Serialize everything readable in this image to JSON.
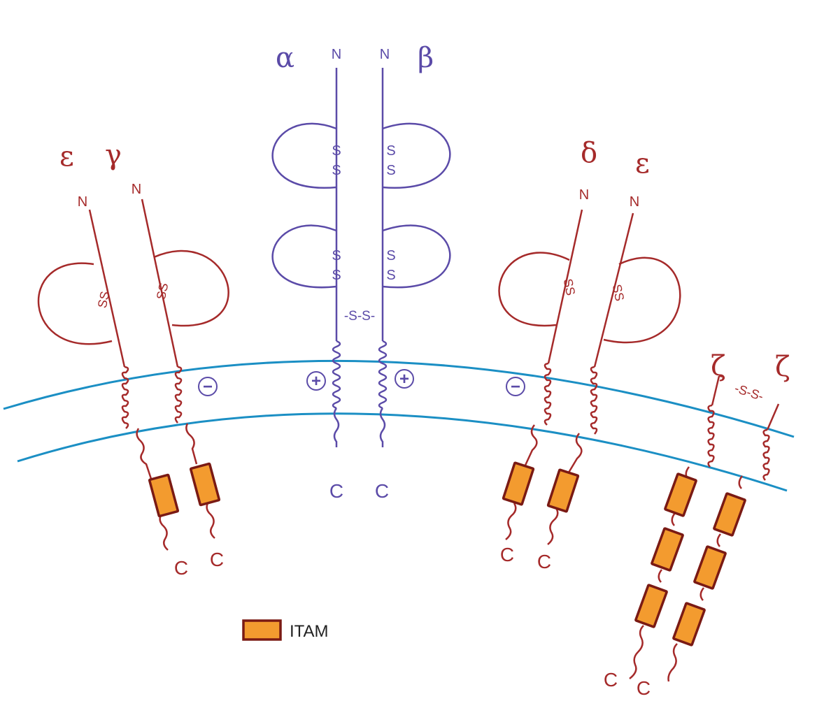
{
  "colors": {
    "background": "#ffffff",
    "tcr_chain": "#5b4ba8",
    "cd3_chain": "#a52a2a",
    "membrane": "#1b8fc4",
    "itam_fill": "#f39b2f",
    "itam_stroke": "#7a1a14"
  },
  "chains": {
    "alpha": {
      "name": "α",
      "n_term": "N",
      "c_term": "C",
      "disulfide_top": [
        "S",
        "S"
      ],
      "disulfide_bottom": [
        "S",
        "S"
      ],
      "charge": "+"
    },
    "beta": {
      "name": "β",
      "n_term": "N",
      "c_term": "C",
      "disulfide_top": [
        "S",
        "S"
      ],
      "disulfide_bottom": [
        "S",
        "S"
      ],
      "charge": "+"
    },
    "alpha_beta_bridge": "-S-S-",
    "epsilon_left": {
      "name": "ε",
      "n_term": "N",
      "c_term": "C",
      "disulfide": "SS",
      "itam_count": 1
    },
    "gamma": {
      "name": "γ",
      "n_term": "N",
      "c_term": "C",
      "disulfide": "SS",
      "charge": "−",
      "itam_count": 1
    },
    "delta": {
      "name": "δ",
      "n_term": "N",
      "c_term": "C",
      "disulfide": "SS",
      "charge": "−",
      "itam_count": 1
    },
    "epsilon_right": {
      "name": "ε",
      "n_term": "N",
      "c_term": "C",
      "disulfide": "SS",
      "itam_count": 1
    },
    "zeta_left": {
      "name": "ζ",
      "c_term": "C",
      "itam_count": 3
    },
    "zeta_right": {
      "name": "ζ",
      "c_term": "C",
      "itam_count": 3
    },
    "zeta_bridge": "-S-S-"
  },
  "legend": {
    "label": "ITAM"
  }
}
